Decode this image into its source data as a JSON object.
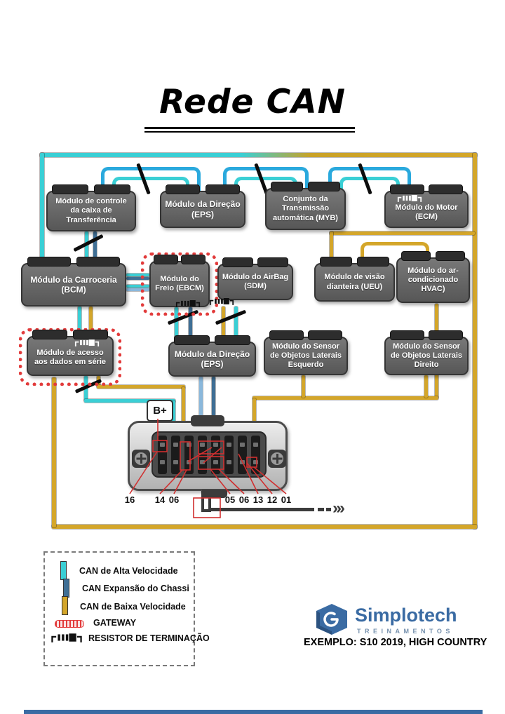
{
  "title": "Rede CAN",
  "modules": {
    "transfer_case": "Módulo de controle da caixa de Transferência",
    "steering_top": "Módulo da Direção (EPS)",
    "transmission": "Conjunto da Transmissão automática (MYB)",
    "engine": "Módulo do Motor (ECM)",
    "body": "Módulo da Carroceria (BCM)",
    "brake": "Módulo do Freio (EBCM)",
    "airbag": "Módulo do AirBag (SDM)",
    "front_vision": "Módulo de visão dianteira (UEU)",
    "hvac": "Módulo do ar-condicionado HVAC)",
    "serial_data": "Módulo de acesso aos dados em série",
    "steering_bottom": "Módulo da Direção (EPS)",
    "sensor_left": "Módulo do Sensor de Objetos Laterais Esquerdo",
    "sensor_right": "Módulo do Sensor de Objetos Laterais Direito"
  },
  "battery_label": "B+",
  "pins": [
    "16",
    "14",
    "06",
    "05",
    "06",
    "13",
    "12",
    "01"
  ],
  "output_arrow": "›››",
  "legend": {
    "high_speed": "CAN de Alta Velocidade",
    "chassis_expansion": "CAN Expansão do Chassi",
    "low_speed": "CAN de Baixa Velocidade",
    "gateway": "GATEWAY",
    "termination": "RESISTOR DE TERMINAÇÃO"
  },
  "branding": {
    "name": "Simplotech",
    "subtitle": "TREINAMENTOS",
    "example": "EXEMPLO: S10 2019, HIGH COUNTRY"
  },
  "colors": {
    "high_speed": "#3acfd5",
    "loop_blue": "#2aa9dd",
    "chassis_expansion": "#3f6f95",
    "chassis_light": "#8ab8dc",
    "low_speed": "#d4a62a",
    "gateway_red": "#e23b3b",
    "annotation_red": "#d03030",
    "brand_blue": "#3a6ba3"
  }
}
